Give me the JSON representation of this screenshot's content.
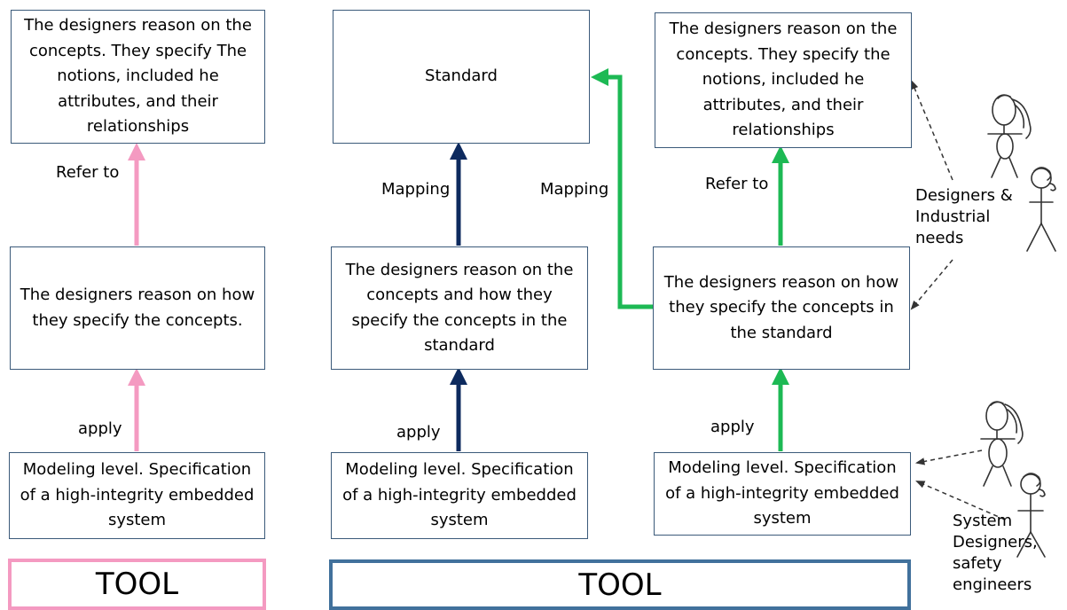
{
  "colors": {
    "pink": "#f49ac1",
    "navy": "#0d2a5e",
    "green": "#1db954",
    "box_border": "#3b5a7a",
    "tool_blue": "#41719c"
  },
  "left": {
    "top_box": "The designers reason on the concepts. They specify The notions, included he attributes, and their relationships",
    "mid_box": "The designers reason on how they specify the concepts.",
    "bottom_box": "Modeling level. Specification of a high-integrity embedded system",
    "refer_label": "Refer to",
    "apply_label": "apply",
    "tool_label": "TOOL"
  },
  "center": {
    "standard_box": "Standard",
    "mid_box": "The designers reason on the concepts and how they specify the concepts in the standard",
    "bottom_box": "Modeling level. Specification of a high-integrity embedded system",
    "mapping_label": "Mapping",
    "apply_label": "apply"
  },
  "right": {
    "top_box": "The designers reason on the concepts. They specify the notions, included he attributes, and their relationships",
    "mid_box": "The designers reason on how they specify the concepts in the standard",
    "bottom_box": "Modeling level. Specification of a high-integrity embedded system",
    "mapping_label": "Mapping",
    "refer_label": "Refer to",
    "apply_label": "apply",
    "tool_label": "TOOL"
  },
  "actors": {
    "upper_label": "Designers & Industrial needs",
    "lower_label": "System Designers, safety engineers",
    "icon": "stick-figure-icon"
  }
}
